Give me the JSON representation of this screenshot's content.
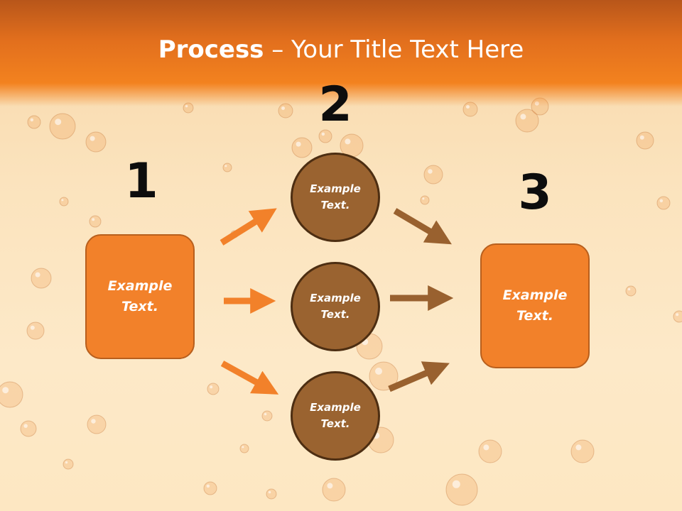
{
  "slide": {
    "title_bold": "Process",
    "title_rest": " – Your Title Text Here"
  },
  "steps": {
    "one": {
      "number": "1",
      "text": "Example Text."
    },
    "two": {
      "number": "2",
      "items": [
        {
          "text": "Example Text."
        },
        {
          "text": "Example Text."
        },
        {
          "text": "Example Text."
        }
      ]
    },
    "three": {
      "number": "3",
      "text": "Example Text."
    }
  },
  "colors": {
    "header": "#f3821f",
    "box_fill": "#f2812a",
    "circle_fill": "#9a6330",
    "arrow_orange": "#f2812a",
    "arrow_brown": "#99612f"
  }
}
